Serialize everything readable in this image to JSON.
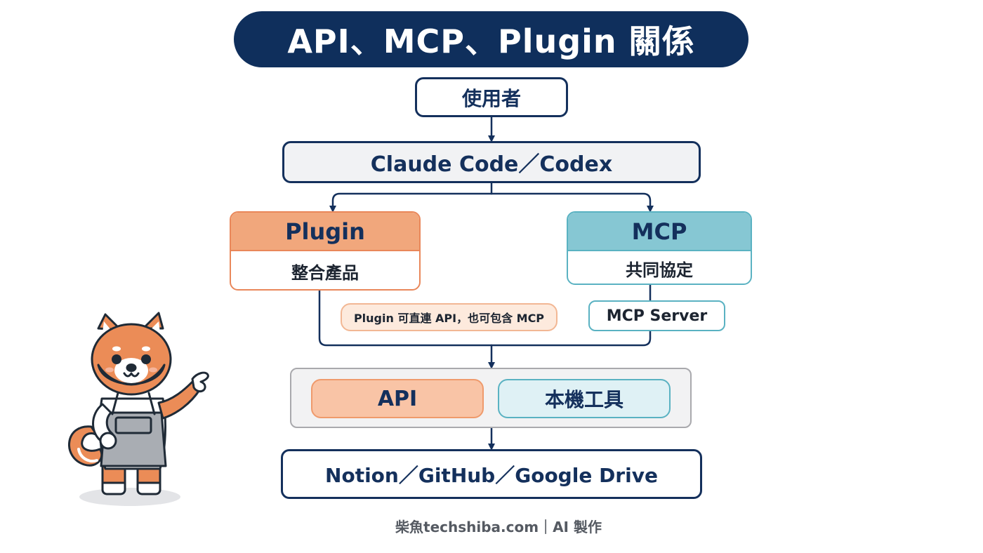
{
  "title": "API、MCP、Plugin 關係",
  "nodes": {
    "user": "使用者",
    "client": "Claude Code／Codex",
    "plugin": {
      "title": "Plugin",
      "subtitle": "整合產品"
    },
    "mcp": {
      "title": "MCP",
      "subtitle": "共同協定"
    },
    "plugin_note": "Plugin 可直連 API，也可包含 MCP",
    "mcp_server": "MCP Server",
    "api": "API",
    "local_tools": "本機工具",
    "services": "Notion／GitHub／Google Drive"
  },
  "footer": "柴魚techshiba.com｜AI 製作",
  "colors": {
    "navy": "#0f2f5c",
    "plugin_orange": "#f1a77c",
    "mcp_teal": "#86c7d3",
    "api_peach": "#f9c4a6",
    "local_tools_blue": "#dff1f5"
  },
  "mascot": "shiba-inu-mascot-pointing"
}
